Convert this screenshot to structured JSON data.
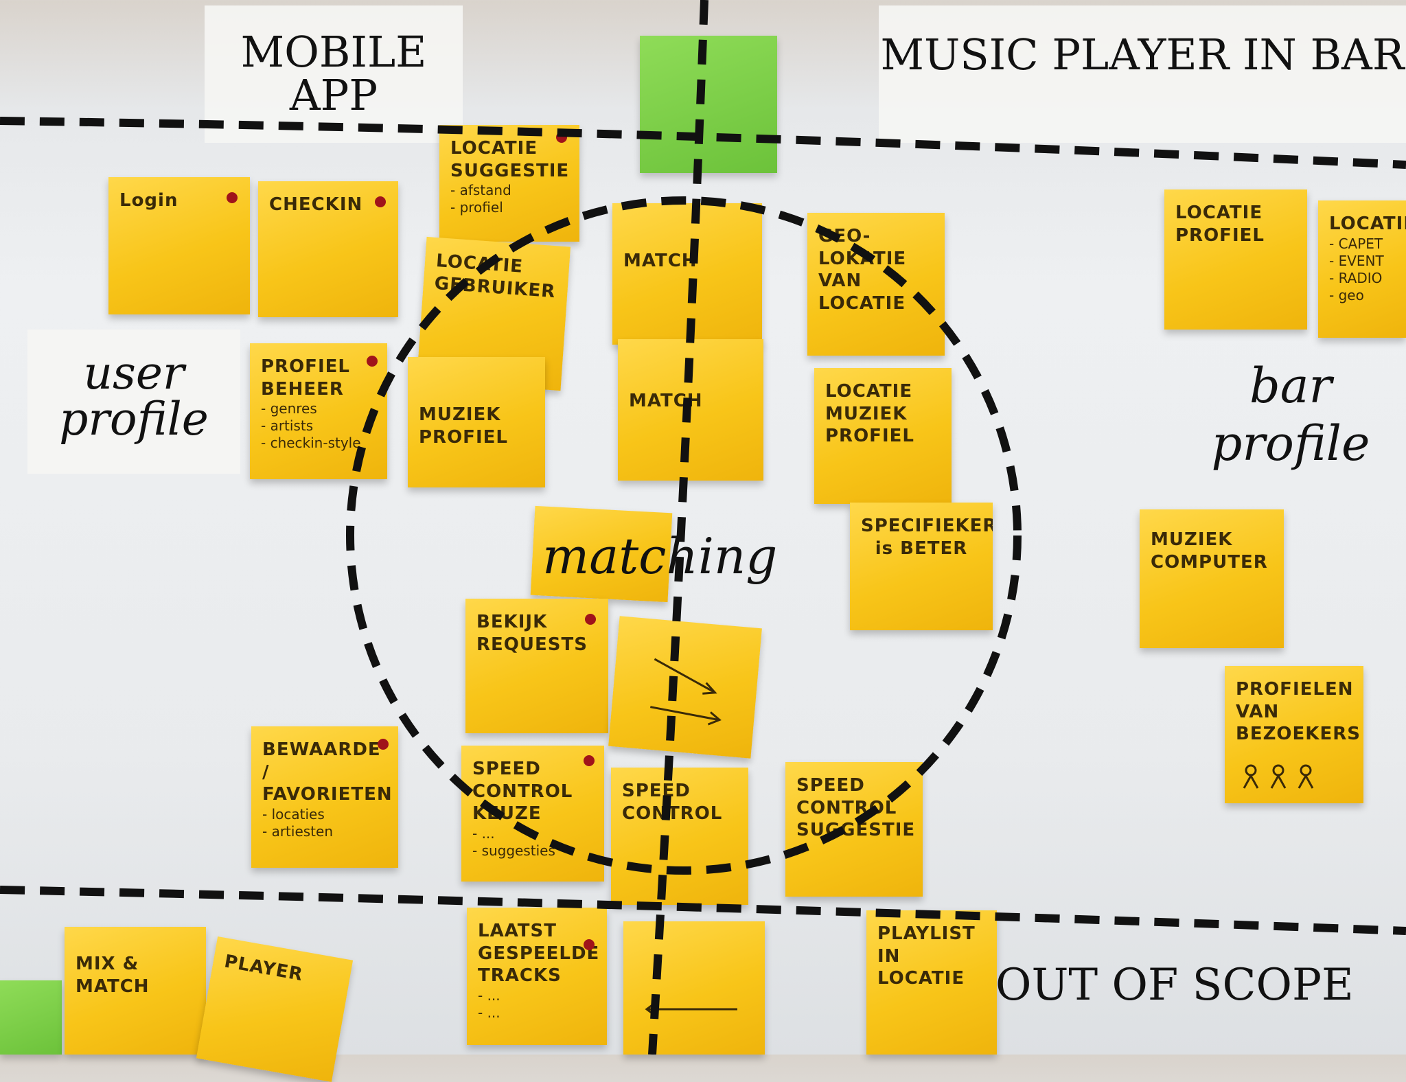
{
  "labels": {
    "mobile_app": "MOBILE APP",
    "music_player_in_bar": "MUSIC PLAYER IN BAR",
    "user_profile": "user profile",
    "bar_profile": "bar profile",
    "matching": "matching",
    "out_of_scope": "OUT OF SCOPE"
  },
  "notes": {
    "login": "Login",
    "checkin": "CHECKIN",
    "locatie_suggestie": {
      "title": "LOCATIE SUGGESTIE",
      "lines": [
        "- afstand",
        "- profiel"
      ]
    },
    "locatie_gebruiker": "LOCATIE GEBRUIKER",
    "match_top": "MATCH",
    "match_mid": "MATCH",
    "geo_locatie": "GEO-LOKATIE VAN LOCATIE",
    "locatie_profiel": "LOCATIE PROFIEL",
    "locatie_list": {
      "title": "LOCATIE",
      "lines": [
        "- CAPET",
        "- EVENT",
        "- RADIO",
        "- geo"
      ]
    },
    "profiel_beheer": {
      "title": "PROFIEL BEHEER",
      "lines": [
        "- genres",
        "- artists",
        "- checkin-style"
      ]
    },
    "muziek_profiel": "MUZIEK PROFIEL",
    "locatie_muziek_profiel": "LOCATIE MUZIEK PROFIEL",
    "specifieker": "SPECIFIEKER is BETER",
    "muziek_computer": "MUZIEK COMPUTER",
    "bekijk_requests": "BEKIJK REQUESTS",
    "profielen_bezoekers": "PROFIELEN VAN BEZOEKERS",
    "bewaarde_favorieten": {
      "title": "BEWAARDE / FAVORIETEN",
      "lines": [
        "- locaties",
        "- artiesten"
      ]
    },
    "speed_control_keuze": {
      "title": "SPEED CONTROL KEUZE",
      "lines": [
        "- ...",
        "- suggesties"
      ]
    },
    "speed_control": "SPEED CONTROL",
    "speed_control_suggestie": "SPEED CONTROL SUGGESTIE",
    "mix_match": "MIX & MATCH",
    "player": "PLAYER",
    "laatst_gespeelde": {
      "title": "LAATST GESPEELDE TRACKS",
      "lines": [
        "- ...",
        "- ..."
      ]
    },
    "playlist_locatie": "PLAYLIST IN LOCATIE"
  },
  "colors": {
    "note": "#f8c519",
    "green_note": "#6cc23a",
    "marker": "#111111",
    "dot": "#a0131a"
  }
}
